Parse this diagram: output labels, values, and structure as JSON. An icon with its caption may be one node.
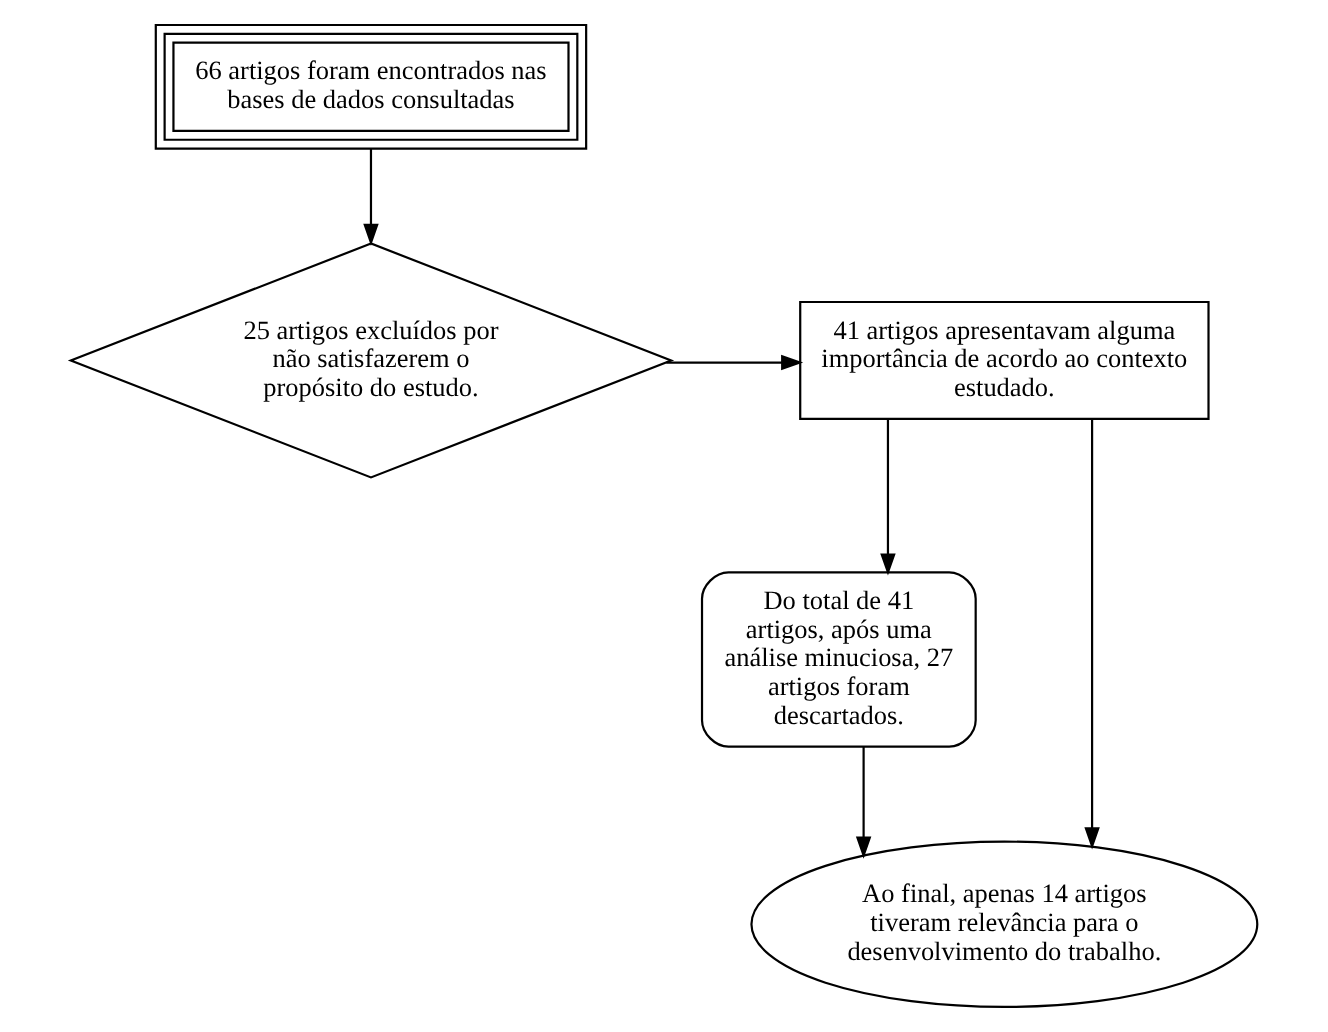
{
  "diagram": {
    "nodes": [
      {
        "text": [
          "66 artigos foram encontrados nas bases de dados consultadas"
        ]
      },
      {
        "text": [
          "25 artigos excluídos por não satisfazerem o propósito do estudo."
        ]
      },
      {
        "text": [
          "41 artigos apresentavam alguma importância de acordo ao contexto estudado."
        ]
      },
      {
        "text": [
          "Do total de 41 artigos, após uma análise minuciosa, 27 artigos foram descartados."
        ]
      },
      {
        "text": [
          "Ao final, apenas 14 artigos tiveram relevância para o desenvolvimento do trabalho."
        ]
      }
    ],
    "edges": [
      {
        "from": 0,
        "to": 1,
        "arrow": "to"
      },
      {
        "from": 1,
        "to": 2,
        "arrow": "to"
      },
      {
        "from": 2,
        "to": 4,
        "arrow": "to"
      },
      {
        "from": 2,
        "to": 3,
        "arrow": "to"
      },
      {
        "from": 3,
        "to": 4,
        "arrow": "to"
      }
    ]
  }
}
